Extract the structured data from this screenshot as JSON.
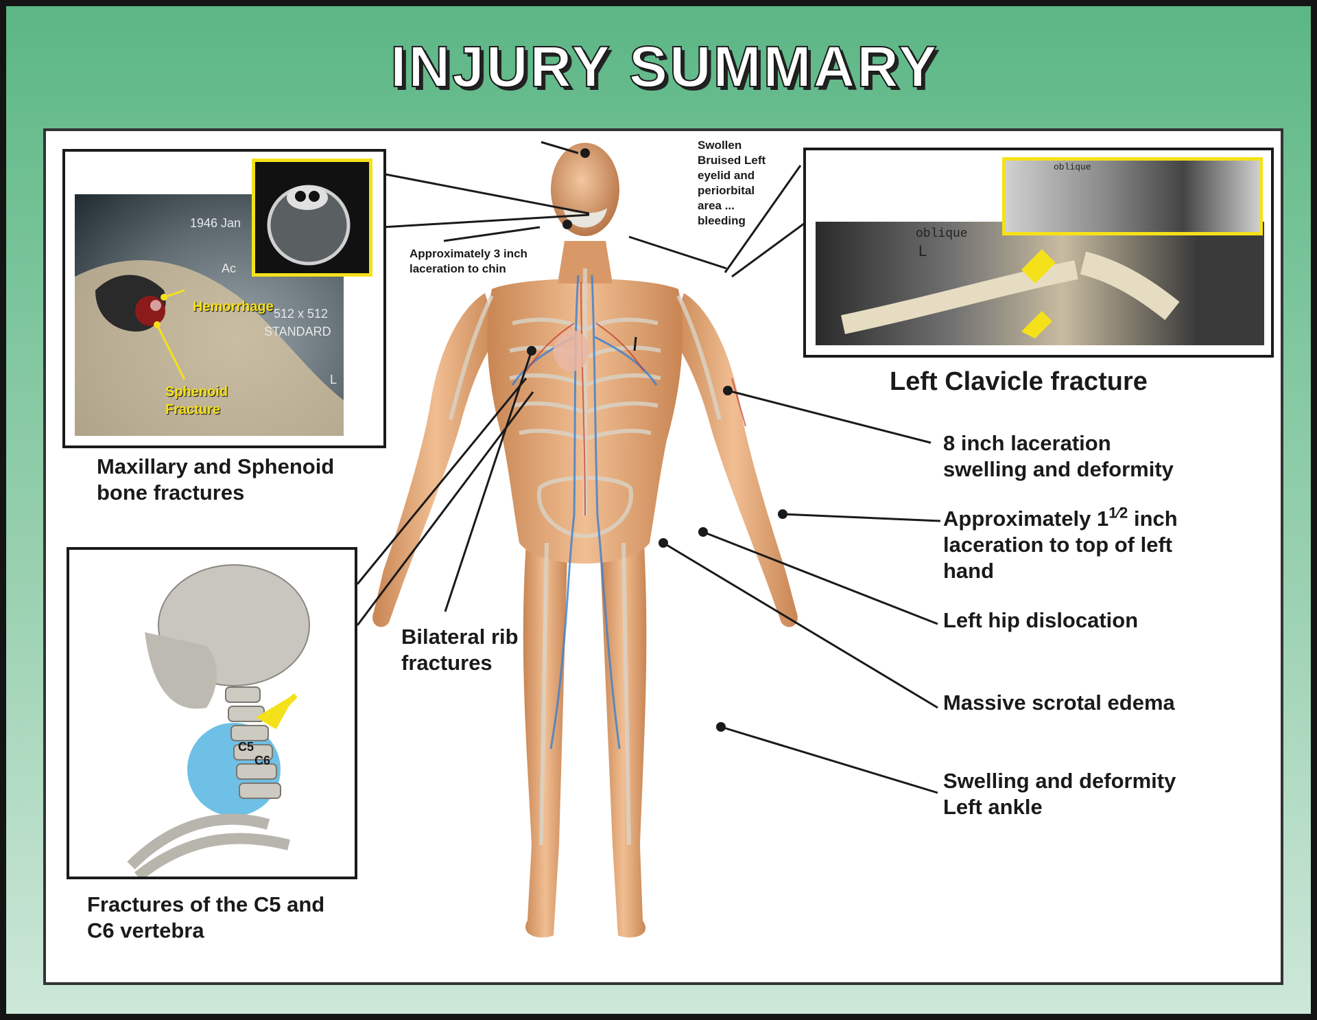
{
  "title": "INJURY SUMMARY",
  "labels": {
    "swollen_eyelid": [
      "Swollen",
      "Bruised Left",
      "eyelid and",
      "periorbital",
      "area ...",
      "bleeding"
    ],
    "chin": [
      "Approximately 3 inch",
      "laceration to chin"
    ],
    "maxillary": [
      "Maxillary and Sphenoid",
      "bone fractures"
    ],
    "clavicle": "Left Clavicle fracture",
    "arm_laceration": [
      "8 inch laceration",
      "swelling and deformity"
    ],
    "hand_laceration": {
      "line1_pre": "Approximately 1",
      "frac_num": "1",
      "frac_den": "2",
      "line1_post": " inch",
      "line2": "laceration to top of left",
      "line3": "hand"
    },
    "hip": "Left hip dislocation",
    "scrotal": "Massive scrotal edema",
    "ankle": [
      "Swelling and deformity",
      "Left ankle"
    ],
    "rib": [
      "Bilateral rib",
      "fractures"
    ],
    "vertebra": [
      "Fractures of the C5 and",
      "C6 vertebra"
    ]
  },
  "ct_inset": {
    "hemorrhage": "Hemorrhage",
    "sphenoid": [
      "Sphenoid",
      "Fracture"
    ],
    "date_text": "1946 Jan",
    "matrix": "512 x 512",
    "standard": "STANDARD",
    "side": "L",
    "ac": "Ac"
  },
  "xray_inset": {
    "oblique_main": "oblique",
    "oblique_small": "oblique",
    "side": "L"
  },
  "spine_inset": {
    "c5": "C5",
    "c6": "C6"
  },
  "colors": {
    "header_green": "#5cb685",
    "highlight_yellow": "#f5e11a",
    "vertebra_highlight": "#5fb8e0",
    "skin": "#e2a878"
  }
}
